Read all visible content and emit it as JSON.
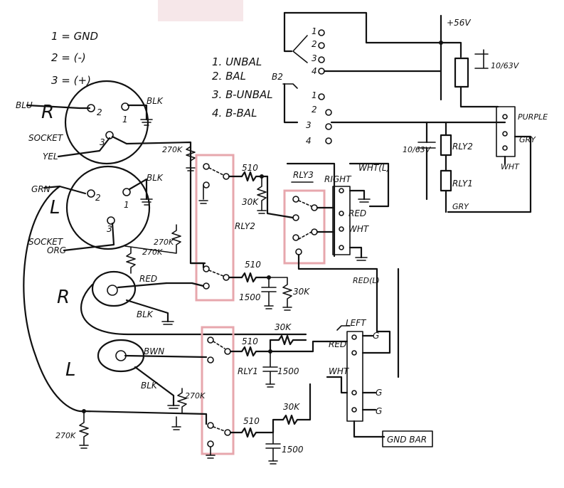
{
  "legend": {
    "pins": [
      "1 = GND",
      "2 = (-)",
      "3 = (+)"
    ],
    "modes": [
      "1. UNBAL",
      "2. BAL",
      "3. B-UNBAL",
      "4. B-BAL"
    ]
  },
  "supply": {
    "label": "+56V",
    "cap": "10/63V"
  },
  "sockets": {
    "r_socket": {
      "letter": "R",
      "label": "SOCKET",
      "pin1": "1",
      "pin2": "2",
      "pin3": "3"
    },
    "l_socket": {
      "letter": "L",
      "label": "SOCKET",
      "pin1": "1",
      "pin2": "2",
      "pin3": "3"
    }
  },
  "jacks": {
    "r": "R",
    "l": "L"
  },
  "wires": {
    "blu": "BLU",
    "blk": "BLK",
    "yel": "YEL",
    "grn": "GRN",
    "org": "ORG",
    "red": "RED",
    "bwn": "BWN",
    "purple": "PURPLE",
    "gry": "GRY",
    "wht": "WHT"
  },
  "resistors": {
    "r270k": "270K",
    "r510": "510",
    "r30k": "30K",
    "r1500": "1500"
  },
  "relays": {
    "rly1": "RLY1",
    "rly2": "RLY2",
    "rly3": "RLY3",
    "right": "RIGHT",
    "left": "LEFT",
    "wht_l": "WHT(L)",
    "red_l": "RED(L)"
  },
  "switch": {
    "b2": "B2",
    "pos": [
      "1",
      "2",
      "3",
      "4"
    ]
  },
  "ground": {
    "g": "G",
    "gnd_bar": "GND BAR"
  }
}
